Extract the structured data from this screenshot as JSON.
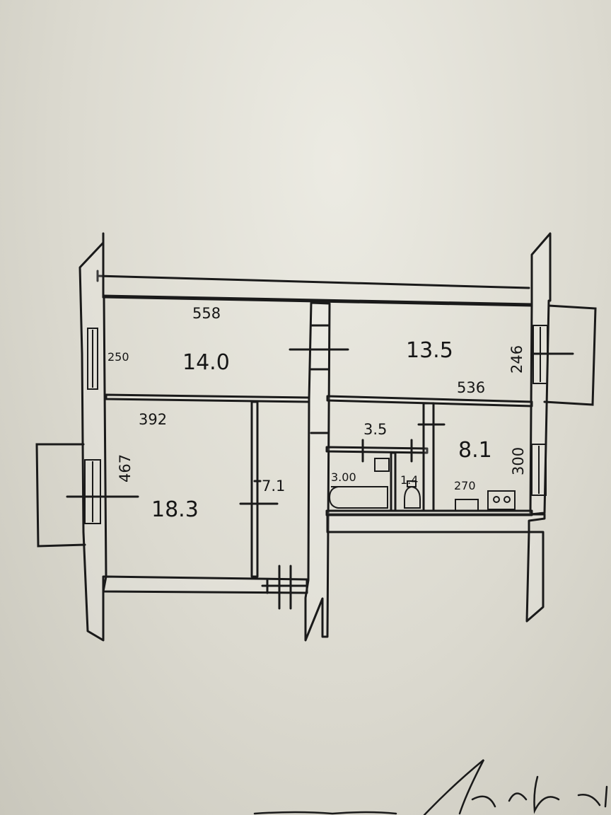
{
  "plan": {
    "rooms": [
      {
        "id": "room-top-left",
        "area": "14.0",
        "width": "558",
        "depth": "250"
      },
      {
        "id": "room-top-right",
        "area": "13.5",
        "width": "536",
        "depth": "246"
      },
      {
        "id": "room-bottom-left",
        "area": "18.3",
        "width": "392",
        "depth": "467"
      },
      {
        "id": "corridor",
        "area": "7.1"
      },
      {
        "id": "bathroom-zone",
        "area": "3.5",
        "bath_length": "3.00"
      },
      {
        "id": "toilet",
        "area": "1.4"
      },
      {
        "id": "kitchen",
        "area": "8.1",
        "width": "270",
        "depth": "300"
      }
    ]
  }
}
